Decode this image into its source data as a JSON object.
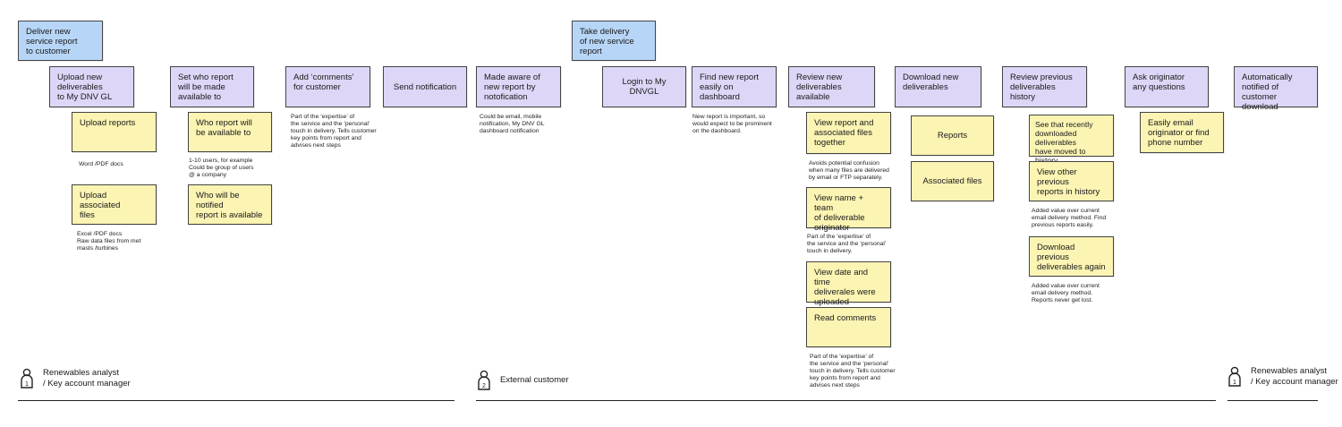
{
  "stages": [
    {
      "id": "deliver",
      "label": "Deliver new\nservice report\nto customer"
    },
    {
      "id": "take",
      "label": "Take delivery\nof new service\nreport"
    }
  ],
  "steps": [
    {
      "id": "upload-deliverables",
      "label": "Upload new\ndeliverables\nto My DNV GL"
    },
    {
      "id": "set-who",
      "label": "Set who report\nwill be made\navailable to"
    },
    {
      "id": "add-comments",
      "label": "Add ‘comments’\nfor customer"
    },
    {
      "id": "send-notification",
      "label": "Send notification"
    },
    {
      "id": "made-aware",
      "label": "Made aware of\nnew report by\nnotofication"
    },
    {
      "id": "login",
      "label": "Login to My DNVGL"
    },
    {
      "id": "find-report",
      "label": "Find new report\neasily on dashboard"
    },
    {
      "id": "review-new",
      "label": "Review new\ndeliverables available"
    },
    {
      "id": "download-new",
      "label": "Download new\ndeliverables"
    },
    {
      "id": "review-previous",
      "label": "Review previous\ndeliverables history"
    },
    {
      "id": "ask-originator",
      "label": "Ask originator\nany questions"
    },
    {
      "id": "auto-notified",
      "label": "Automatically\nnotified of\ncustomer download"
    }
  ],
  "tasks": [
    {
      "id": "upload-reports",
      "label": "Upload reports"
    },
    {
      "id": "upload-associated",
      "label": "Upload associated\nfiles"
    },
    {
      "id": "who-available",
      "label": "Who report will\nbe available to"
    },
    {
      "id": "who-notified",
      "label": "Who will be notified\nreport is available"
    },
    {
      "id": "view-report-files",
      "label": "View report and\nassociated files\ntogether"
    },
    {
      "id": "view-name-team",
      "label": "View name + team\nof deliverable\noriginator"
    },
    {
      "id": "view-date-time",
      "label": "View date and time\ndeliverales were\nuploaded"
    },
    {
      "id": "read-comments",
      "label": "Read comments"
    },
    {
      "id": "reports",
      "label": "Reports"
    },
    {
      "id": "associated-files",
      "label": "Associated files"
    },
    {
      "id": "see-recent",
      "label": "See that recently\ndownloaded deliverables\nhave moved to\nhistory"
    },
    {
      "id": "view-other-previous",
      "label": "View other previous\nreports in history"
    },
    {
      "id": "download-previous",
      "label": "Download previous\ndeliverables again"
    },
    {
      "id": "email-originator",
      "label": "Easily email\noriginator or find\nphone number"
    }
  ],
  "notes": [
    {
      "id": "word-pdf",
      "text": "Word /PDF docs"
    },
    {
      "id": "excel-pdf",
      "text": "Excel /PDF docs\nRaw data files from met\nmasts /turbines"
    },
    {
      "id": "users",
      "text": "1-10 users, for example\nCould be group of users\n@ a company"
    },
    {
      "id": "comments-expertise",
      "text": "Part of the ‘expertise’ of\nthe service and the ‘personal’\ntouch in delivery. Tells customer\nkey points from report and\nadvises next steps"
    },
    {
      "id": "could-be-email",
      "text": "Could be email, mobile\nnotification, My DNV GL\ndashboard notification"
    },
    {
      "id": "new-report-important",
      "text": "New report is important, so\nwould expect to be prominent\non the dashboard."
    },
    {
      "id": "avoids-confusion",
      "text": "Avoids potential confusion\nwhen many files are delivered\nby email or FTP separately."
    },
    {
      "id": "originator-expertise",
      "text": "Part of the ‘expertise’ of\nthe service and the ‘personal’\ntouch in delivery."
    },
    {
      "id": "read-comments-expertise",
      "text": "Part of the ‘expertise’ of\nthe service and the ‘personal’\ntouch in delivery. Tells customer\nkey points from report and\nadvises next steps"
    },
    {
      "id": "added-value-1",
      "text": "Added value over current\nemail delivery method. Find\nprevious reports easily."
    },
    {
      "id": "added-value-2",
      "text": "Added value over current\nemail delivery method.\nReports never get lost."
    }
  ],
  "personas": [
    {
      "id": "analyst-1",
      "number": "1",
      "label": "Renewables analyst\n/ Key account manager"
    },
    {
      "id": "customer",
      "number": "2",
      "label": "External customer"
    },
    {
      "id": "analyst-2",
      "number": "1",
      "label": "Renewables analyst\n/ Key account manager"
    }
  ],
  "colors": {
    "stage": "#b7d6f7",
    "step": "#ddd6f7",
    "task": "#fbf4b3"
  }
}
